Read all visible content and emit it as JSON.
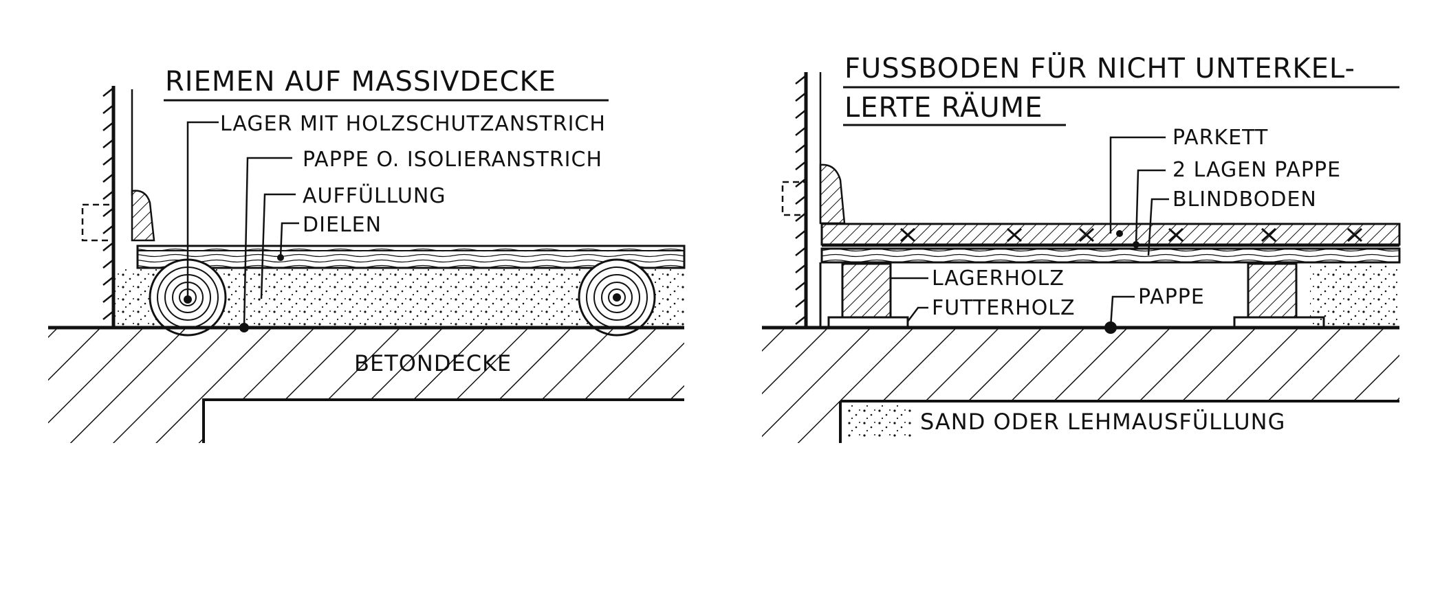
{
  "left": {
    "title": "RIEMEN AUF MASSIVDECKE",
    "labels": {
      "lager": "LAGER MIT HOLZSCHUTZANSTRICH",
      "pappe": "PAPPE O. ISOLIERANSTRICH",
      "auffuellung": "AUFFÜLLUNG",
      "dielen": "DIELEN",
      "betondecke": "BETONDECKE"
    }
  },
  "right": {
    "title_line1": "FUSSBODEN FÜR NICHT UNTERKEL-",
    "title_line2": "LERTE RÄUME",
    "labels": {
      "parkett": "PARKETT",
      "zwei_lagen_pappe": "2 LAGEN PAPPE",
      "blindboden": "BLINDBODEN",
      "lagerholz": "LAGERHOLZ",
      "futterholz": "FUTTERHOLZ",
      "pappe": "PAPPE",
      "sand": "SAND ODER LEHMAUSFÜLLUNG"
    }
  }
}
